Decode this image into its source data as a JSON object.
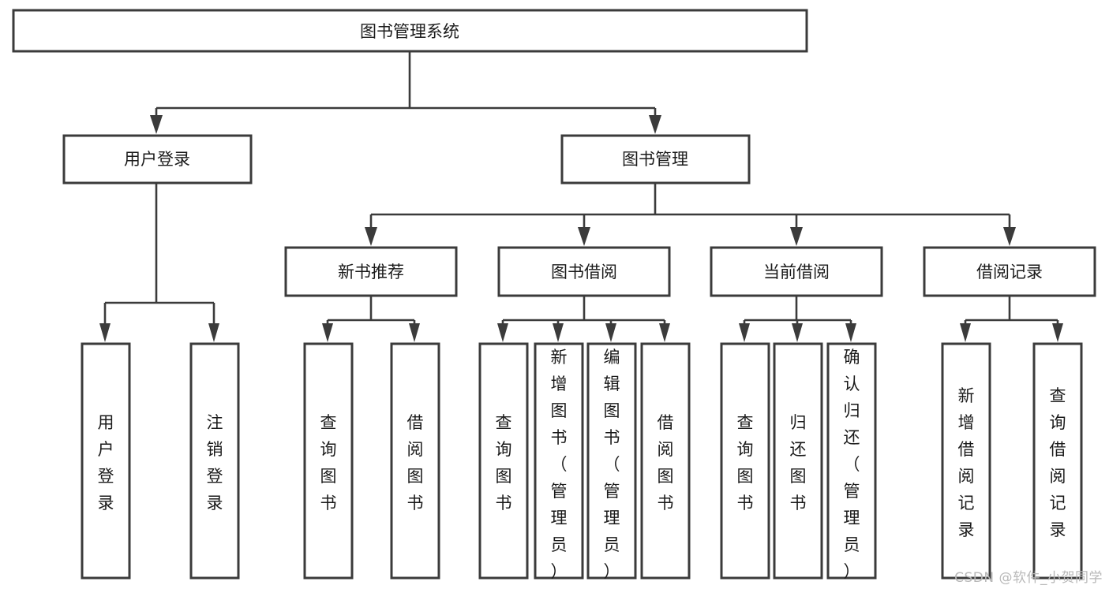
{
  "diagram": {
    "title": "图书管理系统",
    "type": "hierarchy-tree",
    "background_color": "#ffffff",
    "box_stroke_color": "#3b3b3b",
    "box_fill_color": "#ffffff",
    "text_color": "#1a1a1a",
    "connector_color": "#3b3b3b"
  },
  "nodes": {
    "root": {
      "label": "图书管理系统",
      "level": 1,
      "orientation": "horizontal"
    },
    "level2": [
      {
        "id": "user-login",
        "label": "用户登录",
        "orientation": "horizontal"
      },
      {
        "id": "book-management",
        "label": "图书管理",
        "orientation": "horizontal"
      }
    ],
    "level3": [
      {
        "id": "new-book-recommend",
        "label": "新书推荐",
        "orientation": "horizontal",
        "parent": "book-management"
      },
      {
        "id": "book-borrow",
        "label": "图书借阅",
        "orientation": "horizontal",
        "parent": "book-management"
      },
      {
        "id": "current-borrow",
        "label": "当前借阅",
        "orientation": "horizontal",
        "parent": "book-management"
      },
      {
        "id": "borrow-record",
        "label": "借阅记录",
        "orientation": "horizontal",
        "parent": "book-management"
      }
    ],
    "leaves": [
      {
        "id": "leaf-user-login",
        "label": "用户登录",
        "parent": "user-login",
        "orientation": "vertical"
      },
      {
        "id": "leaf-user-logout",
        "label": "注销登录",
        "parent": "user-login",
        "orientation": "vertical"
      },
      {
        "id": "leaf-query-book-1",
        "label": "查询图书",
        "parent": "new-book-recommend",
        "orientation": "vertical"
      },
      {
        "id": "leaf-borrow-book-1",
        "label": "借阅图书",
        "parent": "new-book-recommend",
        "orientation": "vertical"
      },
      {
        "id": "leaf-query-book-2",
        "label": "查询图书",
        "parent": "book-borrow",
        "orientation": "vertical"
      },
      {
        "id": "leaf-add-book",
        "label": "新增图书（管理员）",
        "parent": "book-borrow",
        "orientation": "vertical"
      },
      {
        "id": "leaf-edit-book",
        "label": "编辑图书（管理员）",
        "parent": "book-borrow",
        "orientation": "vertical"
      },
      {
        "id": "leaf-borrow-book-2",
        "label": "借阅图书",
        "parent": "book-borrow",
        "orientation": "vertical"
      },
      {
        "id": "leaf-query-book-3",
        "label": "查询图书",
        "parent": "current-borrow",
        "orientation": "vertical"
      },
      {
        "id": "leaf-return-book",
        "label": "归还图书",
        "parent": "current-borrow",
        "orientation": "vertical"
      },
      {
        "id": "leaf-confirm-return",
        "label": "确认归还（管理员）",
        "parent": "current-borrow",
        "orientation": "vertical"
      },
      {
        "id": "leaf-add-record",
        "label": "新增借阅记录",
        "parent": "borrow-record",
        "orientation": "vertical"
      },
      {
        "id": "leaf-query-record",
        "label": "查询借阅记录",
        "parent": "borrow-record",
        "orientation": "vertical"
      }
    ]
  },
  "watermark": {
    "text": "CSDN @软件_小贺同学"
  }
}
